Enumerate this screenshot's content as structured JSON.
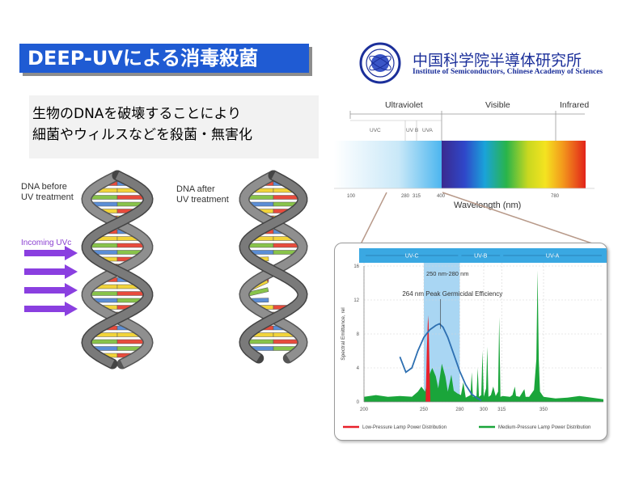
{
  "slide": {
    "title": "DEEP-UVによる消毒殺菌",
    "subtitle_line1": "生物のDNAを破壊することにより",
    "subtitle_line2": "細菌やウィルスなどを殺菌・無害化",
    "institute_cn": "中国科学院半導体研究所",
    "institute_en": "Institute of Semiconductors, Chinese Academy of Sciences"
  },
  "dna": {
    "before_line1": "DNA before",
    "before_line2": "UV treatment",
    "after_line1": "DNA after",
    "after_line2": "UV treatment",
    "incoming": "Incoming UVc"
  },
  "spectrum": {
    "region_uv": "Ultraviolet",
    "region_visible": "Visible",
    "region_ir": "Infrared",
    "band_uvc": "UVC",
    "band_uvb": "UV B",
    "band_uva": "UVA",
    "ticks": [
      "100",
      "280",
      "315",
      "400",
      "780"
    ],
    "xlabel": "Wavelength (nm)"
  },
  "chart_data": {
    "type": "area",
    "bands": [
      "UV-C",
      "UV-B",
      "UV-A"
    ],
    "annotation_range": "250 nm-280 nm",
    "annotation_peak": "264 nm Peak Germicidal Efficiency",
    "ylabel": "Spectral Emittance, rel",
    "xlim": [
      200,
      400
    ],
    "ylim": [
      0,
      16
    ],
    "y_ticks": [
      "0",
      "4",
      "8",
      "12",
      "16"
    ],
    "x_ticks": [
      {
        "v": 200,
        "t": "200"
      },
      {
        "v": 250,
        "t": "250"
      },
      {
        "v": 280,
        "t": "280"
      },
      {
        "v": 300,
        "t": "300"
      },
      {
        "v": 315,
        "t": "315"
      },
      {
        "v": 350,
        "t": "350"
      }
    ],
    "highlight": [
      250,
      280
    ],
    "series": [
      {
        "name": "Low-Pressure Lamp Power Distribution",
        "color": "#e8202a",
        "points": [
          [
            251.5,
            0
          ],
          [
            252.5,
            6
          ],
          [
            253.5,
            10.2
          ],
          [
            254,
            9.2
          ],
          [
            254.7,
            4
          ],
          [
            255.5,
            0
          ]
        ]
      },
      {
        "name": "Medium-Pressure Lamp Power Distribution",
        "color": "#1aa53a",
        "points": [
          [
            200,
            0.6
          ],
          [
            210,
            0.8
          ],
          [
            220,
            0.6
          ],
          [
            230,
            0.7
          ],
          [
            240,
            0.6
          ],
          [
            245,
            1.2
          ],
          [
            248,
            1.8
          ],
          [
            251,
            1.2
          ],
          [
            254,
            3
          ],
          [
            257,
            4
          ],
          [
            260,
            3
          ],
          [
            262,
            1.6
          ],
          [
            265,
            4.5
          ],
          [
            268,
            3
          ],
          [
            270,
            1.2
          ],
          [
            273,
            3.2
          ],
          [
            275,
            1.3
          ],
          [
            278,
            1
          ],
          [
            281,
            0.8
          ],
          [
            283,
            2.3
          ],
          [
            285,
            0.5
          ],
          [
            289,
            0.8
          ],
          [
            290,
            3.5
          ],
          [
            291,
            0.6
          ],
          [
            294,
            0.7
          ],
          [
            295,
            4
          ],
          [
            296,
            0.6
          ],
          [
            298,
            0.8
          ],
          [
            299,
            6
          ],
          [
            300,
            0.6
          ],
          [
            302,
            1.6
          ],
          [
            303,
            6.5
          ],
          [
            304,
            0.6
          ],
          [
            306,
            0.8
          ],
          [
            308,
            1.8
          ],
          [
            310,
            0.7
          ],
          [
            312,
            1.2
          ],
          [
            313,
            10
          ],
          [
            314,
            0.6
          ],
          [
            316,
            0.7
          ],
          [
            322,
            0.6
          ],
          [
            324,
            0.8
          ],
          [
            326,
            1.8
          ],
          [
            327,
            0.7
          ],
          [
            330,
            0.6
          ],
          [
            334,
            1.5
          ],
          [
            335,
            0.6
          ],
          [
            338,
            0.6
          ],
          [
            342,
            1.4
          ],
          [
            344,
            5
          ],
          [
            345,
            15.5
          ],
          [
            346,
            5
          ],
          [
            347,
            1.2
          ],
          [
            350,
            0.6
          ],
          [
            360,
            0.4
          ],
          [
            370,
            0.5
          ],
          [
            380,
            0.7
          ],
          [
            390,
            0.5
          ],
          [
            400,
            0.3
          ]
        ]
      },
      {
        "name": "Germicidal Efficiency",
        "color": "#2d6fb1",
        "points": [
          [
            230,
            5.3
          ],
          [
            235,
            3.5
          ],
          [
            240,
            4
          ],
          [
            245,
            6
          ],
          [
            250,
            7.6
          ],
          [
            255,
            8.5
          ],
          [
            260,
            9
          ],
          [
            263,
            9.2
          ],
          [
            266,
            8.8
          ],
          [
            270,
            7.6
          ],
          [
            275,
            5.6
          ],
          [
            280,
            3.6
          ],
          [
            285,
            2
          ],
          [
            290,
            0.9
          ],
          [
            295,
            0.4
          ],
          [
            298,
            0.15
          ]
        ]
      }
    ]
  }
}
